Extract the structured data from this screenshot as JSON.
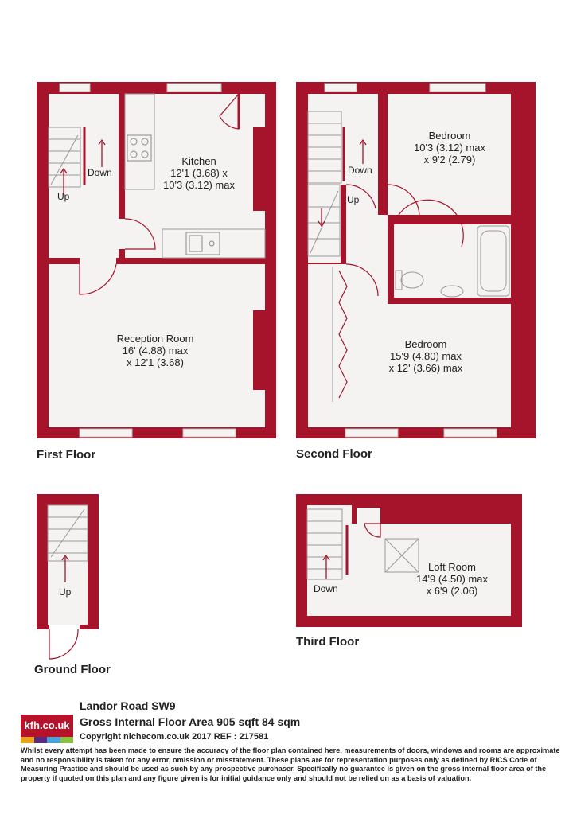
{
  "colors": {
    "wall": "#a5142a",
    "floor": "#f4f3f2",
    "fixture": "#cfcfcf",
    "brand": "#b5132b",
    "brand_stripes": [
      "#e8a21e",
      "#5a2a82",
      "#4aa3d9",
      "#8bbf3f"
    ]
  },
  "floors": {
    "first": "First Floor",
    "second": "Second Floor",
    "ground": "Ground Floor",
    "third": "Third Floor"
  },
  "rooms": {
    "kitchen": {
      "name": "Kitchen",
      "dim1": "12'1 (3.68) x",
      "dim2": "10'3 (3.12) max"
    },
    "reception": {
      "name": "Reception Room",
      "dim1": "16' (4.88) max",
      "dim2": "x 12'1 (3.68)"
    },
    "bedroom_small": {
      "name": "Bedroom",
      "dim1": "10'3 (3.12) max",
      "dim2": "x 9'2 (2.79)"
    },
    "bedroom_large": {
      "name": "Bedroom",
      "dim1": "15'9 (4.80) max",
      "dim2": "x 12' (3.66) max"
    },
    "loft": {
      "name": "Loft Room",
      "dim1": "14'9 (4.50) max",
      "dim2": "x 6'9 (2.06)"
    }
  },
  "stairs": {
    "up": "Up",
    "down": "Down"
  },
  "footer": {
    "logo": "kfh.co.uk",
    "address": "Landor Road  SW9",
    "area": "Gross Internal Floor Area 905 sqft 84 sqm",
    "copyright": "Copyright nichecom.co.uk 2017 REF : 217581",
    "disclaimer": "Whilst every attempt has been made to ensure the accuracy of the floor plan contained here, measurements of doors, windows and rooms are approximate and no responsibility is taken for any error, omission or misstatement.  These plans are for representation purposes only as defined by RICS Code of Measuring Practice and should be used as such by any prospective purchaser.  Specifically no guarantee is given on the gross internal floor area of the property if quoted on this plan and any figure given is for initial guidance only and should not be relied on as a basis of valuation."
  }
}
